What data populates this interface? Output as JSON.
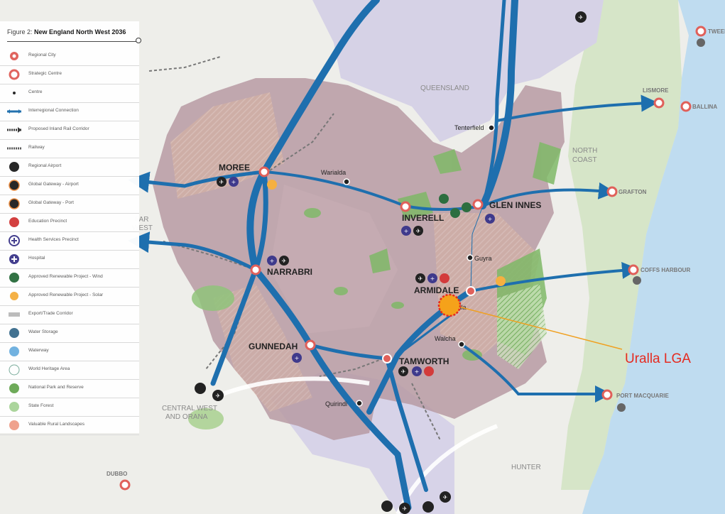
{
  "figure": {
    "prefix": "Figure 2: ",
    "title": "New England North West 2036"
  },
  "legend": [
    {
      "label": "Regional City",
      "icon": "regional-city-icon"
    },
    {
      "label": "Strategic Centre",
      "icon": "strategic-centre-icon"
    },
    {
      "label": "Centre",
      "icon": "centre-dot-icon"
    },
    {
      "label": "Interregional Connection",
      "icon": "interregional-arrow-icon"
    },
    {
      "label": "Proposed Inland Rail Corridor",
      "icon": "inland-rail-icon"
    },
    {
      "label": "Railway",
      "icon": "railway-icon"
    },
    {
      "label": "Regional Airport",
      "icon": "regional-airport-icon"
    },
    {
      "label": "Global Gateway - Airport",
      "icon": "global-airport-icon"
    },
    {
      "label": "Global Gateway - Port",
      "icon": "global-port-icon"
    },
    {
      "label": "Education Precinct",
      "icon": "education-icon"
    },
    {
      "label": "Health Services Precinct",
      "icon": "health-precinct-icon"
    },
    {
      "label": "Hospital",
      "icon": "hospital-icon"
    },
    {
      "label": "Approved Renewable Project - Wind",
      "icon": "wind-icon"
    },
    {
      "label": "Approved Renewable Project - Solar",
      "icon": "solar-icon"
    },
    {
      "label": "Export/Trade Corridor",
      "icon": "export-corridor-icon"
    },
    {
      "label": "Water Storage",
      "icon": "water-storage-icon"
    },
    {
      "label": "Waterway",
      "icon": "waterway-icon"
    },
    {
      "label": "World Heritage Area",
      "icon": "heritage-icon"
    },
    {
      "label": "National Park and Reserve",
      "icon": "national-park-icon"
    },
    {
      "label": "State Forest",
      "icon": "state-forest-icon"
    },
    {
      "label": "Valuable Rural Landscapes",
      "icon": "rural-landscape-icon"
    }
  ],
  "places": {
    "moree": "MOREE",
    "narrabri": "NARRABRI",
    "gunnedah": "GUNNEDAH",
    "tamworth": "TAMWORTH",
    "armidale": "ARMIDALE",
    "inverell": "INVERELL",
    "glen_innes": "GLEN INNES",
    "tenterfield": "Tenterfield",
    "warialda": "Warialda",
    "guyra": "Guyra",
    "uralla": "Uralla",
    "walcha": "Walcha",
    "quirindi": "Quirindi",
    "tweed": "TWEED",
    "lismore": "LISMORE",
    "ballina": "BALLINA",
    "grafton": "GRAFTON",
    "coffs_harbour": "COFFS HARBOUR",
    "port_macquarie": "PORT MACQUARIE",
    "dubbo": "DUBBO"
  },
  "regions": {
    "queensland": "QUEENSLAND",
    "north_coast_1": "NORTH",
    "north_coast_2": "COAST",
    "far_west_1": "FAR",
    "far_west_2": "WEST",
    "central_west_1": "CENTRAL WEST",
    "central_west_2": "AND ORANA",
    "hunter": "HUNTER"
  },
  "annotation": {
    "label": "Uralla LGA"
  },
  "colors": {
    "region_fill": "#b79aa3",
    "road": "#1e6fae",
    "city_ring": "#e0605a",
    "ocean": "#bfdcf0",
    "annotation": "#e52b20",
    "leader": "#f0a020",
    "marker": "#f5a21a"
  }
}
